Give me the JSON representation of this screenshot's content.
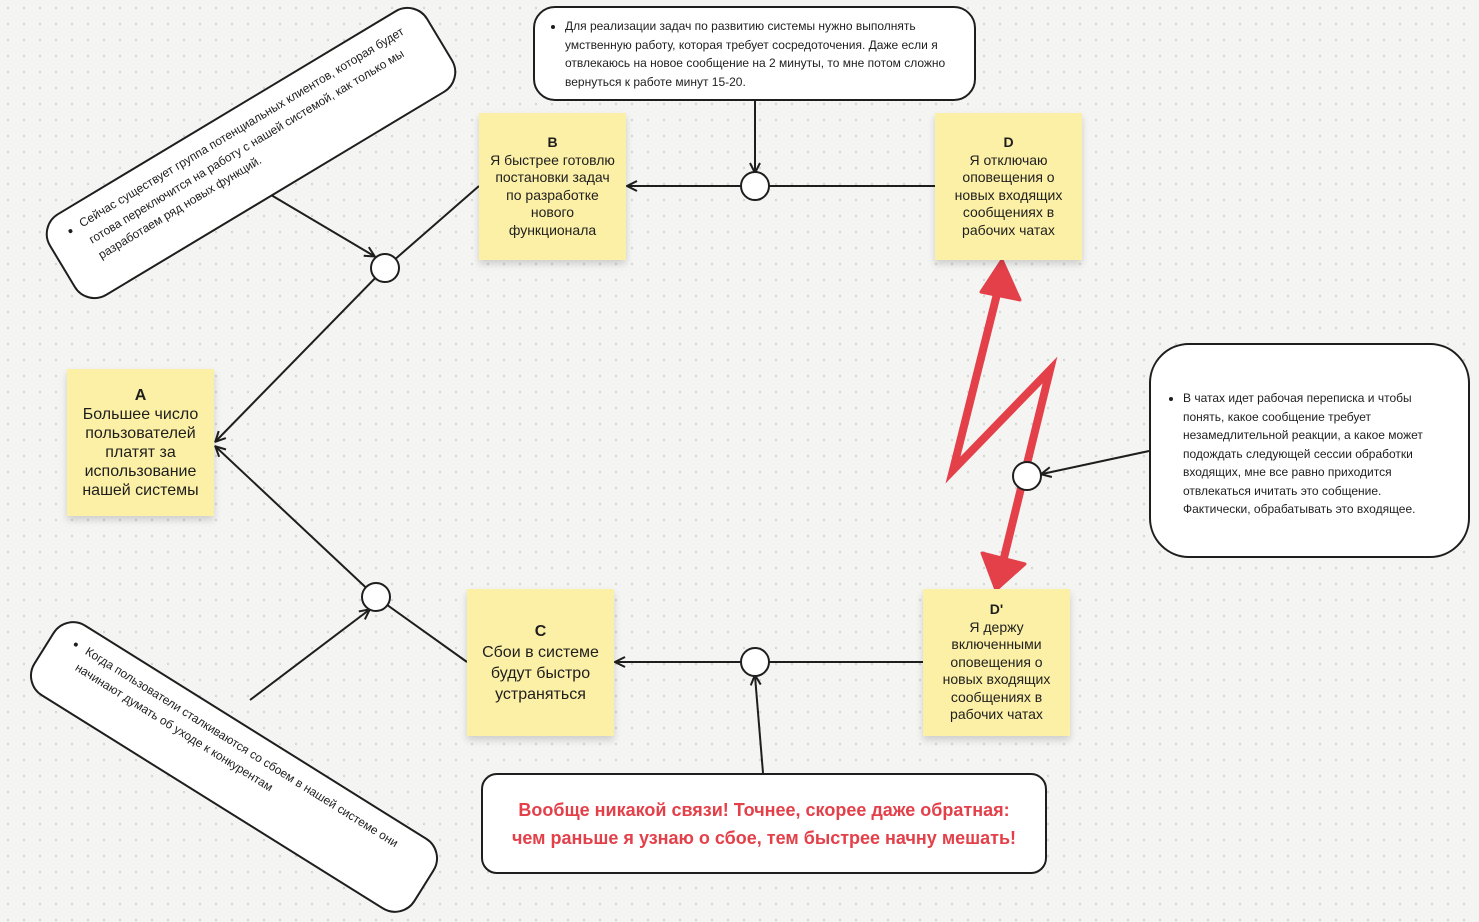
{
  "stickies": {
    "a": {
      "key": "A",
      "text": "Большее число пользователей платят за использование нашей системы"
    },
    "b": {
      "key": "B",
      "text": "Я быстрее готовлю постановки задач по разработке нового функционала"
    },
    "c": {
      "key": "C",
      "text": "Сбои в системе будут быстро устраняться"
    },
    "d": {
      "key": "D",
      "text": "Я отключаю оповещения о новых входящих сообщениях в рабочих чатах"
    },
    "d_prime": {
      "key": "D'",
      "text": "Я держу включенными оповещения о новых входящих сообщениях в рабочих чатах"
    }
  },
  "notes": {
    "top": "Для реализации задач по развитию системы нужно выполнять умственную работу, которая требует сосредоточения. Даже если я отвлекаюсь на новое сообщение на 2 минуты, то мне потом сложно вернуться к работе минут 15-20.",
    "top_left": "Сейчас существует группа потенциальных клиентов, которая будет готова переключится на работу с нашей системой, как только мы разработаем ряд новых функций.",
    "bottom_left": "Когда пользователи сталкиваются со сбоем в нашей системе они начинают думать об уходе к конкурентам",
    "right": "В чатах идет рабочая переписка и чтобы понять, какое сообщение требует незамедлительной реакции, а какое может подождать следующей сессии обработки входящих, мне все равно приходится отвлекаться ичитать это собщение. Фактически, обрабатывать это входящее.",
    "bottom": "Вообще никакой связи! Точнее, скорее даже обратная: чем раньше я узнаю о сбое, тем быстрее начну мешать!"
  },
  "colors": {
    "sticky": "#fcf0a6",
    "line": "#1e1e1e",
    "conflict": "#e3404a",
    "note_border": "#1e1e1e"
  },
  "icons": {
    "conflict": "lightning-arrow-icon"
  }
}
